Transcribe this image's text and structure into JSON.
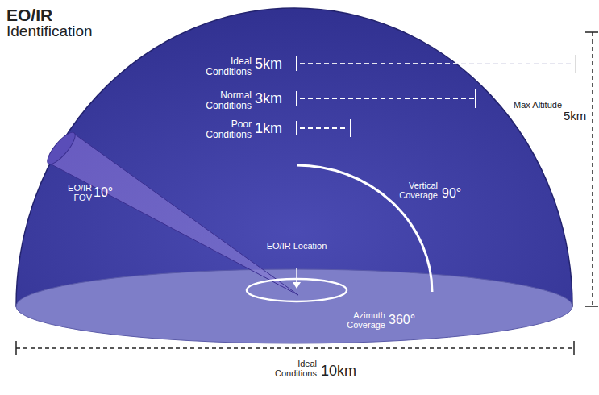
{
  "diagram": {
    "title": "EO/IR Identification",
    "labels": [
      "Ideal Conditions",
      "5km",
      "Normal Conditions",
      "3km",
      "Poor Conditions",
      "1km",
      "Max Altitude",
      "5km",
      "Vertical Coverage",
      "90°",
      "EO/IR FOV",
      "10°",
      "EO/IR Location",
      "Azimuth Coverage",
      "360°",
      "Ideal Conditions",
      "10km"
    ]
  }
}
